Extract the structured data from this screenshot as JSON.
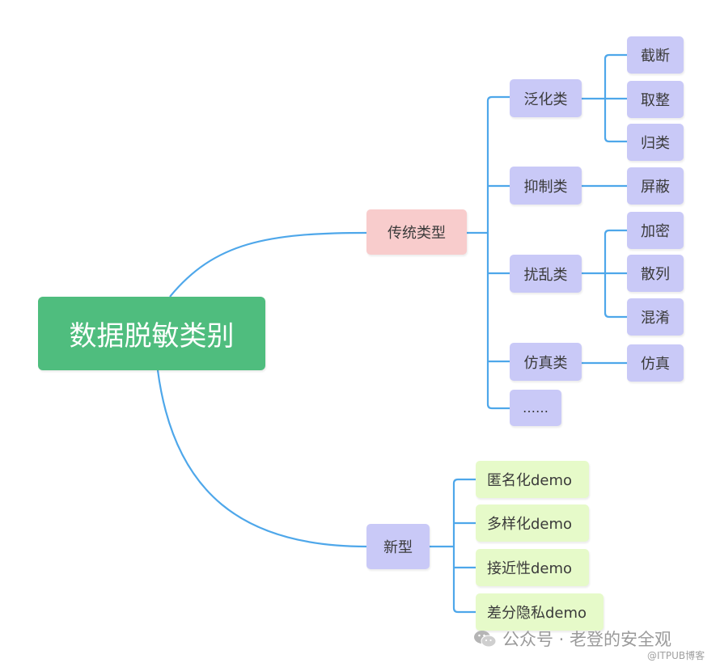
{
  "root": "数据脱敏类别",
  "traditional": {
    "label": "传统类型",
    "groups": [
      {
        "label": "泛化类",
        "leaves": [
          "截断",
          "取整",
          "归类"
        ]
      },
      {
        "label": "抑制类",
        "leaves": [
          "屏蔽"
        ]
      },
      {
        "label": "扰乱类",
        "leaves": [
          "加密",
          "散列",
          "混淆"
        ]
      },
      {
        "label": "仿真类",
        "leaves": [
          "仿真"
        ]
      },
      {
        "label": "……",
        "leaves": []
      }
    ]
  },
  "new_type": {
    "label": "新型",
    "items": [
      "匿名化demo",
      "多样化demo",
      "接近性demo",
      "差分隐私demo"
    ]
  },
  "watermark": {
    "main": "公众号 · 老登的安全观",
    "sub": "@ITPUB博客",
    "icon": "wechat-icon"
  },
  "colors": {
    "line": "#4ea7ea",
    "root": "#4fbd7e",
    "traditional": "#f8cccc",
    "group": "#c9c9f7",
    "new_item": "#e6fac9"
  }
}
